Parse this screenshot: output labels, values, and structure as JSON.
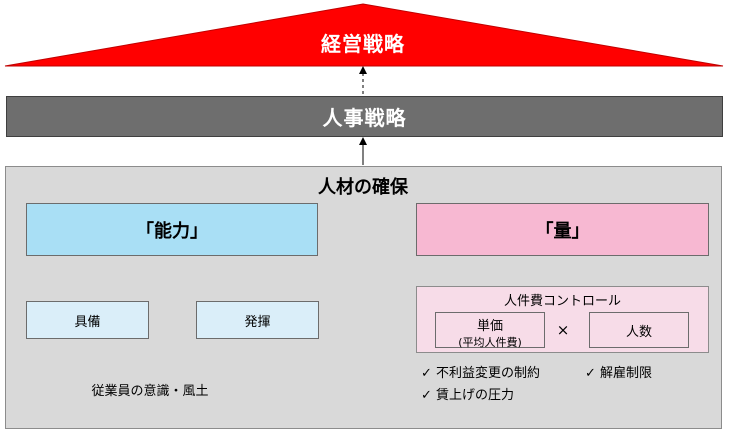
{
  "top": {
    "label": "経営戦略"
  },
  "hr": {
    "label": "人事戦略"
  },
  "panel": {
    "title": "人材の確保"
  },
  "capability": {
    "label": "「能力」",
    "possess": "具備",
    "exercise": "発揮",
    "culture": "従業員の意識・風土"
  },
  "quantity": {
    "label": "「量」",
    "cost_control": "人件費コントロール",
    "unit_price": "単価",
    "unit_price_note": "(平均人件費)",
    "times": "×",
    "headcount": "人数",
    "constraints": [
      "✓ 不利益変更の制約",
      "✓ 解雇制限",
      "✓ 賃上げの圧力"
    ]
  },
  "colors": {
    "top": "#ff0000",
    "hr": "#6e6e6e",
    "capability": "#a9dff5",
    "quantity": "#f7b8d2",
    "panel": "#d9d9d9"
  }
}
